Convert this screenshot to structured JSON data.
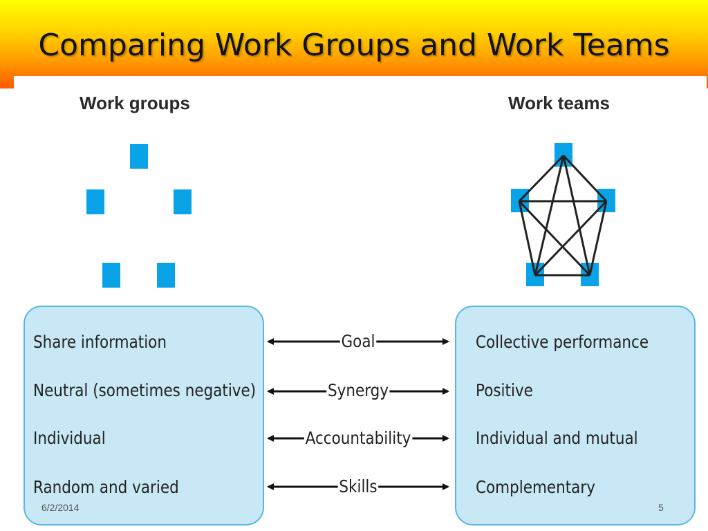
{
  "slide": {
    "title": "Comparing Work Groups and Work Teams",
    "date": "6/2/2014",
    "page_number": "5"
  },
  "left": {
    "heading": "Work groups",
    "rows": [
      "Share information",
      "Neutral (sometimes negative)",
      "Individual",
      "Random and varied"
    ]
  },
  "middle": {
    "labels": [
      "Goal",
      "Synergy",
      "Accountability",
      "Skills"
    ]
  },
  "right": {
    "heading": "Work teams",
    "rows": [
      "Collective performance",
      "Positive",
      "Individual and mutual",
      "Complementary"
    ]
  },
  "colors": {
    "node_blue": "#0aa3e8",
    "box_fill": "#c8e8f6",
    "box_border": "#58b7e0",
    "header_top": "#ffff00",
    "header_bottom": "#ff5a00"
  },
  "icons": [
    "bidirectional-arrow-icon"
  ]
}
